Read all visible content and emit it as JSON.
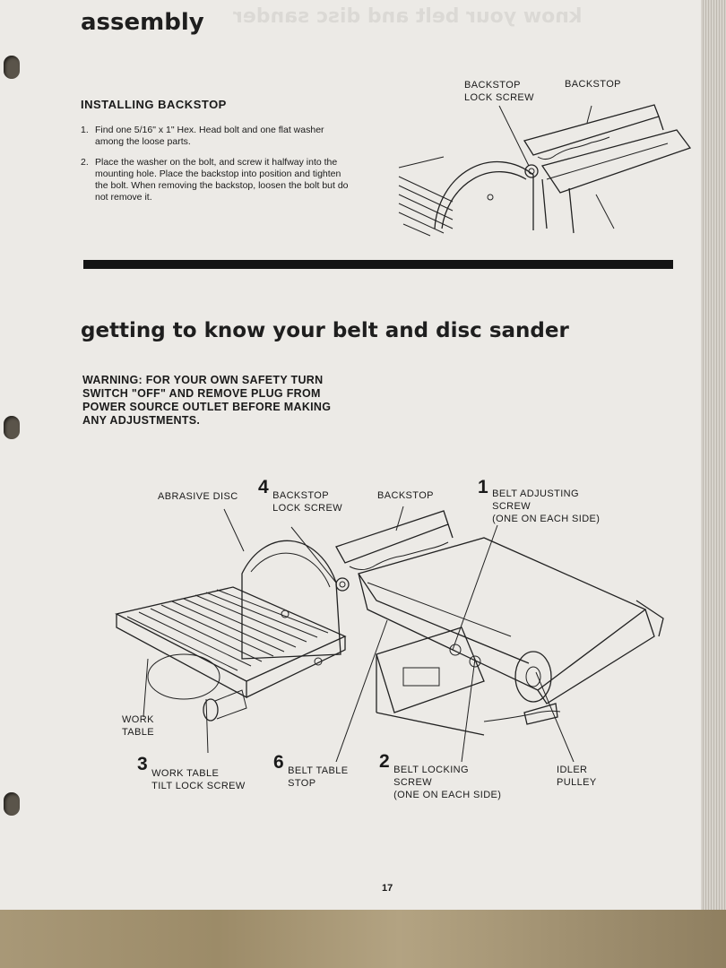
{
  "assembly": {
    "title": "assembly",
    "subheading": "INSTALLING BACKSTOP",
    "steps": [
      {
        "num": "1.",
        "text": "Find one 5/16\" x 1\" Hex. Head bolt and one flat washer among the loose parts."
      },
      {
        "num": "2.",
        "text": "Place the washer on the bolt, and screw it halfway into the mounting hole. Place the backstop into position and tighten the bolt. When removing the backstop, loosen the bolt but do not remove it."
      }
    ],
    "diagram_labels": {
      "lock_screw": "BACKSTOP\nLOCK SCREW",
      "backstop": "BACKSTOP"
    }
  },
  "know": {
    "title": "getting to know your belt and disc sander",
    "warning": "WARNING: FOR YOUR OWN SAFETY TURN\nSWITCH \"OFF\" AND REMOVE PLUG FROM\nPOWER SOURCE OUTLET BEFORE MAKING\nANY ADJUSTMENTS.",
    "labels": {
      "abrasive_disc": "ABRASIVE DISC",
      "backstop_lock_num": "4",
      "backstop_lock": "BACKSTOP\nLOCK SCREW",
      "backstop": "BACKSTOP",
      "belt_adjust_num": "1",
      "belt_adjust": "BELT ADJUSTING\nSCREW\n(ONE ON EACH SIDE)",
      "work_table": "WORK\nTABLE",
      "tilt_lock_num": "3",
      "tilt_lock": "WORK TABLE\nTILT LOCK SCREW",
      "belt_stop_num": "6",
      "belt_stop": "BELT TABLE\nSTOP",
      "belt_locking_num": "2",
      "belt_locking": "BELT LOCKING\nSCREW\n(ONE ON EACH SIDE)",
      "idler": "IDLER\nPULLEY"
    }
  },
  "page_number": "17"
}
